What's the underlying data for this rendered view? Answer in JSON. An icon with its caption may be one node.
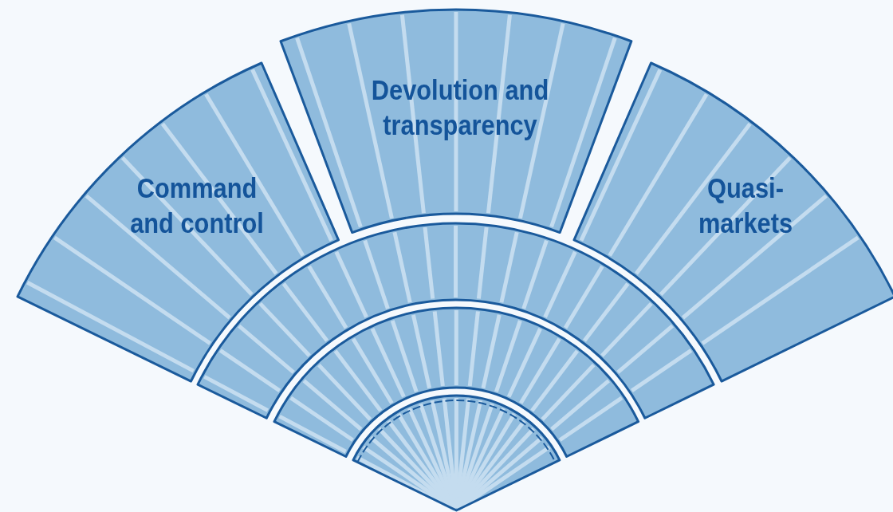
{
  "diagram": {
    "nodes": [
      {
        "text": [
          "Command and control"
        ]
      },
      {
        "text": [
          "Devolution and transparency"
        ]
      },
      {
        "text": [
          "Quasi- markets"
        ]
      },
      {
        "text": [],
        "shape": "band"
      },
      {
        "text": [],
        "shape": "band"
      },
      {
        "text": [],
        "shape": "band"
      }
    ]
  }
}
